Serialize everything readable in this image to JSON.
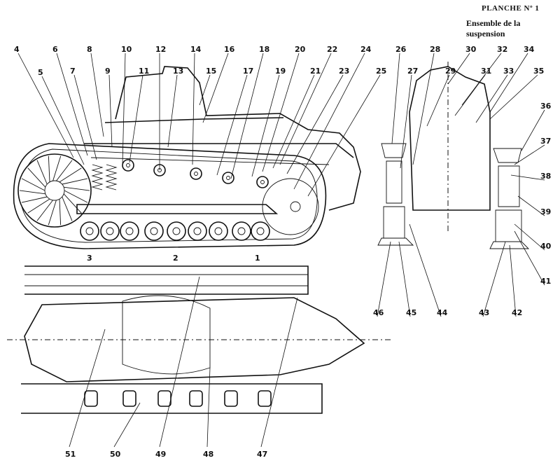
{
  "header": {
    "plate": "PLANCHE Nº 1",
    "title": "Ensemble de la suspension"
  },
  "callouts": [
    "4",
    "5",
    "6",
    "7",
    "8",
    "9",
    "10",
    "11",
    "12",
    "13",
    "14",
    "15",
    "16",
    "17",
    "18",
    "19",
    "20",
    "21",
    "22",
    "23",
    "24",
    "25",
    "26",
    "27",
    "28",
    "29",
    "30",
    "31",
    "32",
    "33",
    "34",
    "35",
    "36",
    "37",
    "38",
    "39",
    "40",
    "41",
    "42",
    "43",
    "44",
    "45",
    "46",
    "47",
    "48",
    "49",
    "50",
    "51"
  ],
  "section_marks": [
    "1",
    "2",
    "3",
    "4"
  ]
}
